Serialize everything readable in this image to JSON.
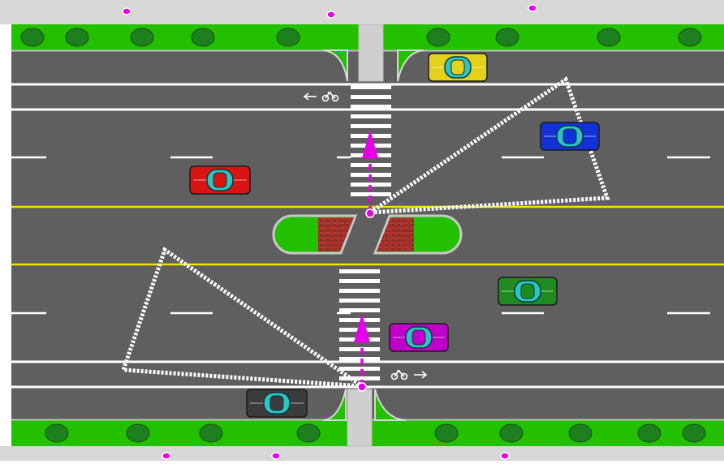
{
  "diagram": {
    "subject": "midblock-crossing-with-median-refuge",
    "icons": {
      "pedestrian": "pedestrian-marker-icon",
      "bike": "bicycle-icon",
      "arrow": "bike-direction-arrow-icon",
      "tree": "shrub-icon",
      "car": "car-icon"
    },
    "colors": {
      "asphalt": "#5f5f5f",
      "grass": "#23c000",
      "sidewalk": "#d7d7d7",
      "lane_white": "#ffffff",
      "center_yellow": "#f2e400",
      "brick": "#a8302c",
      "pedestrian_path": "#e800e8",
      "sight_triangle": "#ffffff"
    },
    "vehicles": [
      {
        "color": "#e6d11a",
        "direction": "westbound"
      },
      {
        "color": "#1232d8",
        "direction": "westbound"
      },
      {
        "color": "#d81414",
        "direction": "westbound"
      },
      {
        "color": "#1f8a1f",
        "direction": "eastbound"
      },
      {
        "color": "#c000c8",
        "direction": "eastbound"
      },
      {
        "color": "#3b3b3b",
        "direction": "eastbound"
      }
    ]
  }
}
